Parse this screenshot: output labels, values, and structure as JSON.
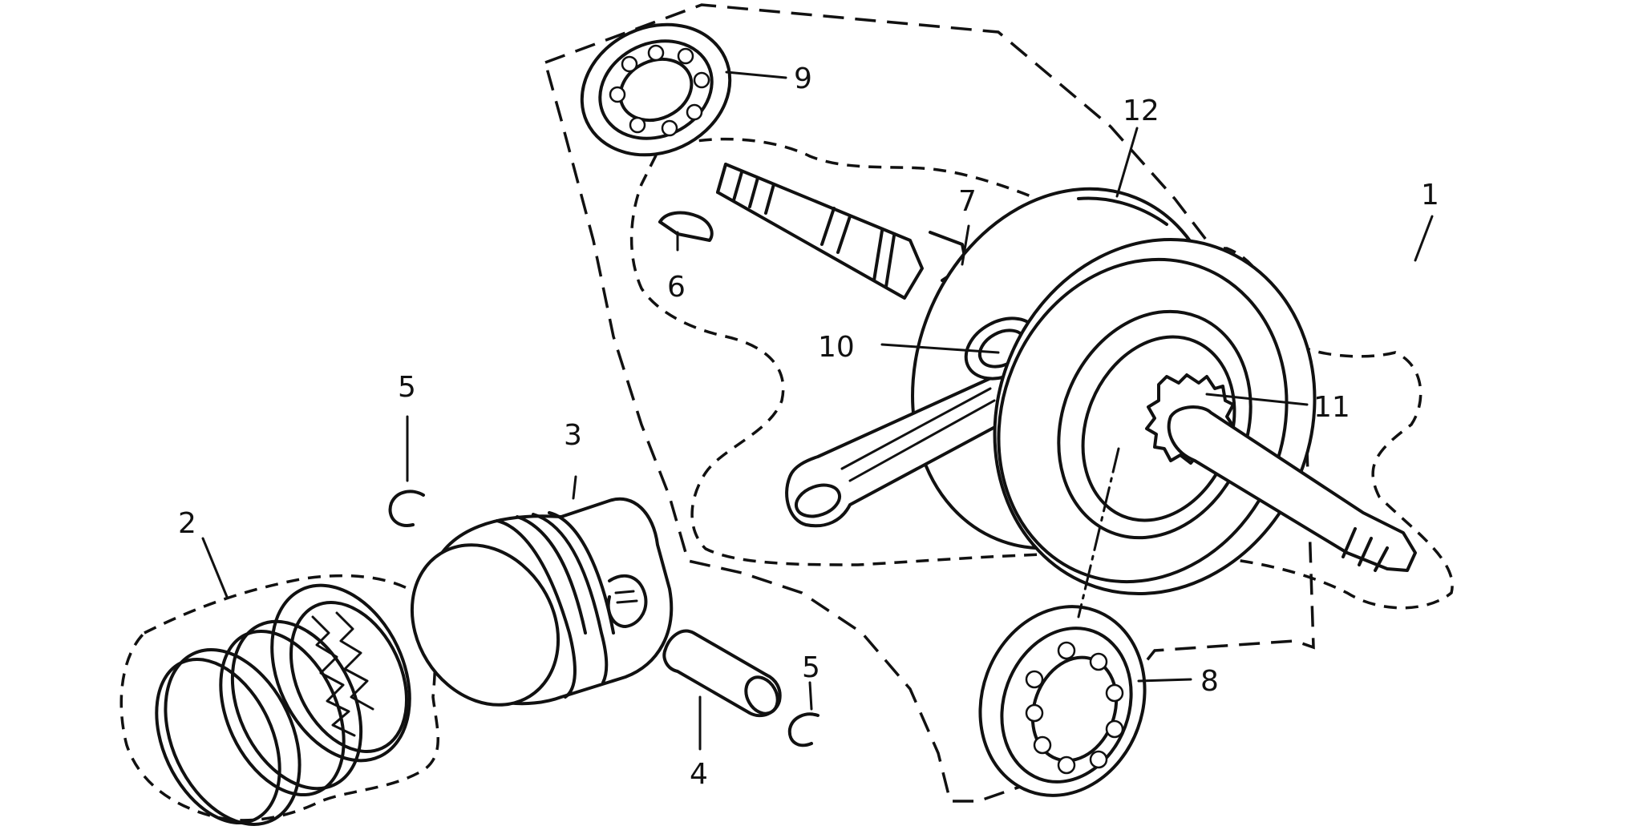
{
  "diagram": {
    "labels": {
      "crankshaft_assembly": "1",
      "piston_ring_set": "2",
      "piston": "3",
      "piston_pin": "4",
      "clip_top": "5",
      "clip_bottom": "5",
      "woodruff_key": "6",
      "crank_part_7": "7",
      "bearing_lower": "8",
      "bearing_upper": "9",
      "crank_part_10": "10",
      "timing_gear": "11",
      "crank_part_12": "12"
    }
  }
}
